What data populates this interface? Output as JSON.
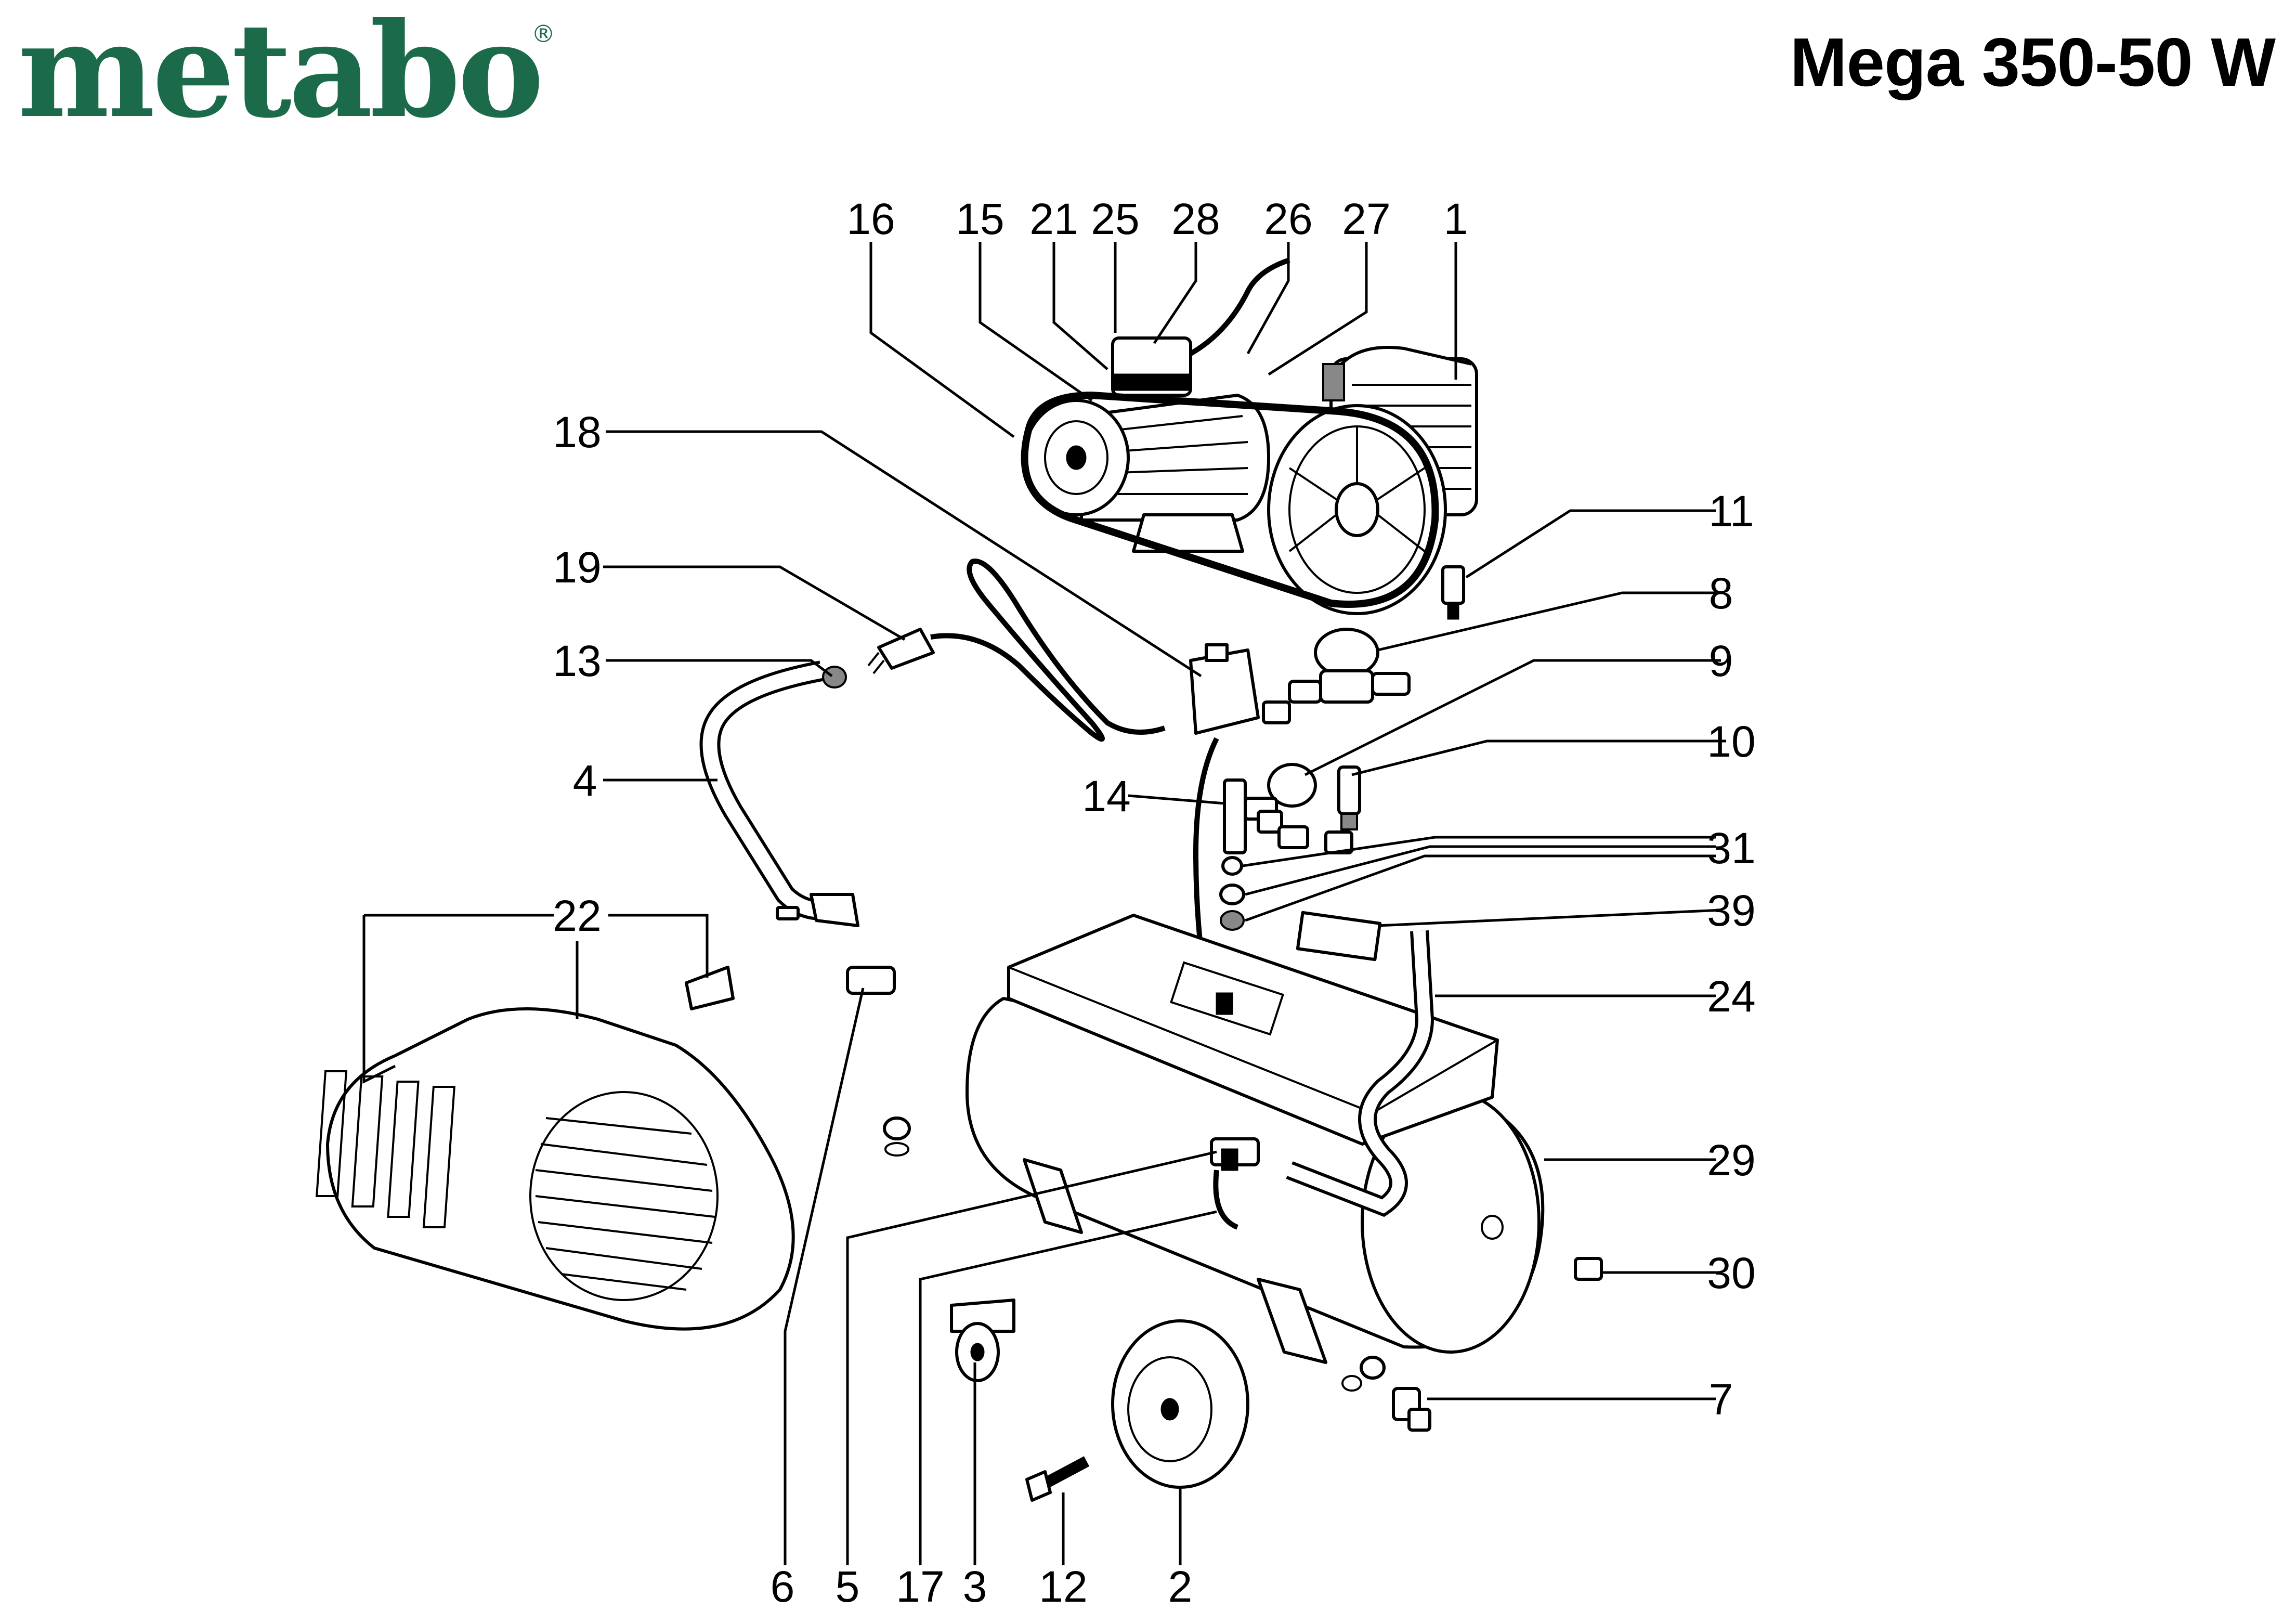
{
  "header": {
    "logo": "metabo",
    "registered_mark": "®",
    "model": "Mega 350-50 W"
  },
  "callouts": {
    "c16": "16",
    "c15": "15",
    "c21": "21",
    "c25": "25",
    "c28": "28",
    "c26": "26",
    "c27": "27",
    "c1": "1",
    "c18": "18",
    "c11": "11",
    "c19": "19",
    "c8": "8",
    "c13": "13",
    "c9": "9",
    "c10": "10",
    "c4": "4",
    "c14": "14",
    "c31": "31",
    "c39": "39",
    "c22": "22",
    "c24": "24",
    "c29": "29",
    "c30": "30",
    "c7": "7",
    "c6": "6",
    "c5": "5",
    "c17": "17",
    "c3": "3",
    "c12": "12",
    "c2": "2"
  }
}
